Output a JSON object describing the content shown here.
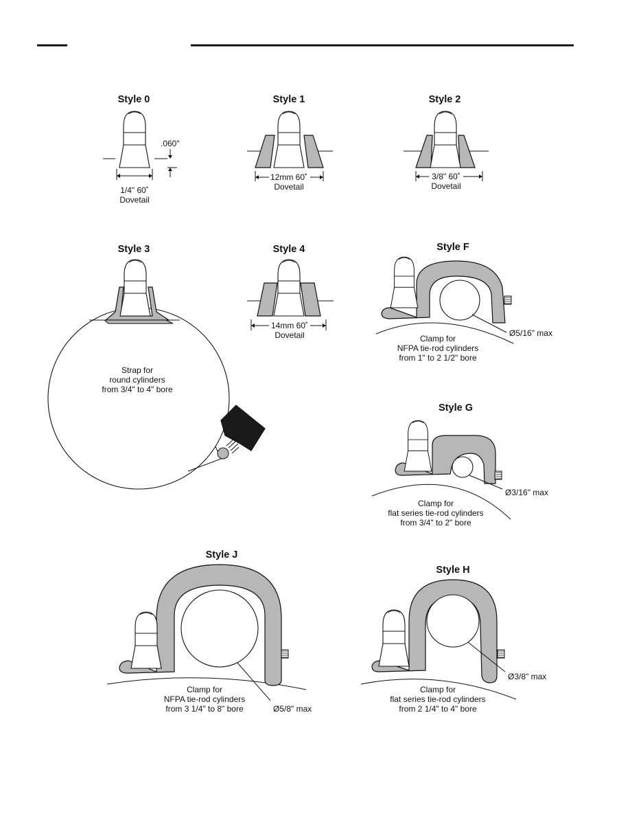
{
  "styles": {
    "style0": {
      "title": "Style 0",
      "dim_offset": ".060\"",
      "size": "1/4\" 60˚",
      "type": "Dovetail"
    },
    "style1": {
      "title": "Style 1",
      "size": "12mm 60˚",
      "type": "Dovetail"
    },
    "style2": {
      "title": "Style 2",
      "size": "3/8\" 60˚",
      "type": "Dovetail"
    },
    "style3": {
      "title": "Style 3",
      "desc": [
        "Strap for",
        "round cylinders",
        "from 3/4\" to 4\" bore"
      ]
    },
    "style4": {
      "title": "Style 4",
      "size": "14mm 60˚",
      "type": "Dovetail"
    },
    "styleF": {
      "title": "Style F",
      "max": "Ø5/16\" max",
      "desc": [
        "Clamp for",
        "NFPA tie-rod cylinders",
        "from 1\" to 2 1/2\" bore"
      ]
    },
    "styleG": {
      "title": "Style G",
      "max": "Ø3/16\" max",
      "desc": [
        "Clamp for",
        "flat series tie-rod cylinders",
        "from 3/4\" to 2\" bore"
      ]
    },
    "styleJ": {
      "title": "Style J",
      "max": "Ø5/8\" max",
      "desc": [
        "Clamp for",
        "NFPA tie-rod cylinders",
        "from 3 1/4\" to 8\" bore"
      ]
    },
    "styleH": {
      "title": "Style H",
      "max": "Ø3/8\" max",
      "desc": [
        "Clamp for",
        "flat series tie-rod cylinders",
        "from 2 1/4\" to 4\" bore"
      ]
    }
  },
  "colors": {
    "ink": "#111111",
    "clamp_fill": "#b7b7b7",
    "knob_fill": "#1a1a1a",
    "paper": "#ffffff"
  }
}
